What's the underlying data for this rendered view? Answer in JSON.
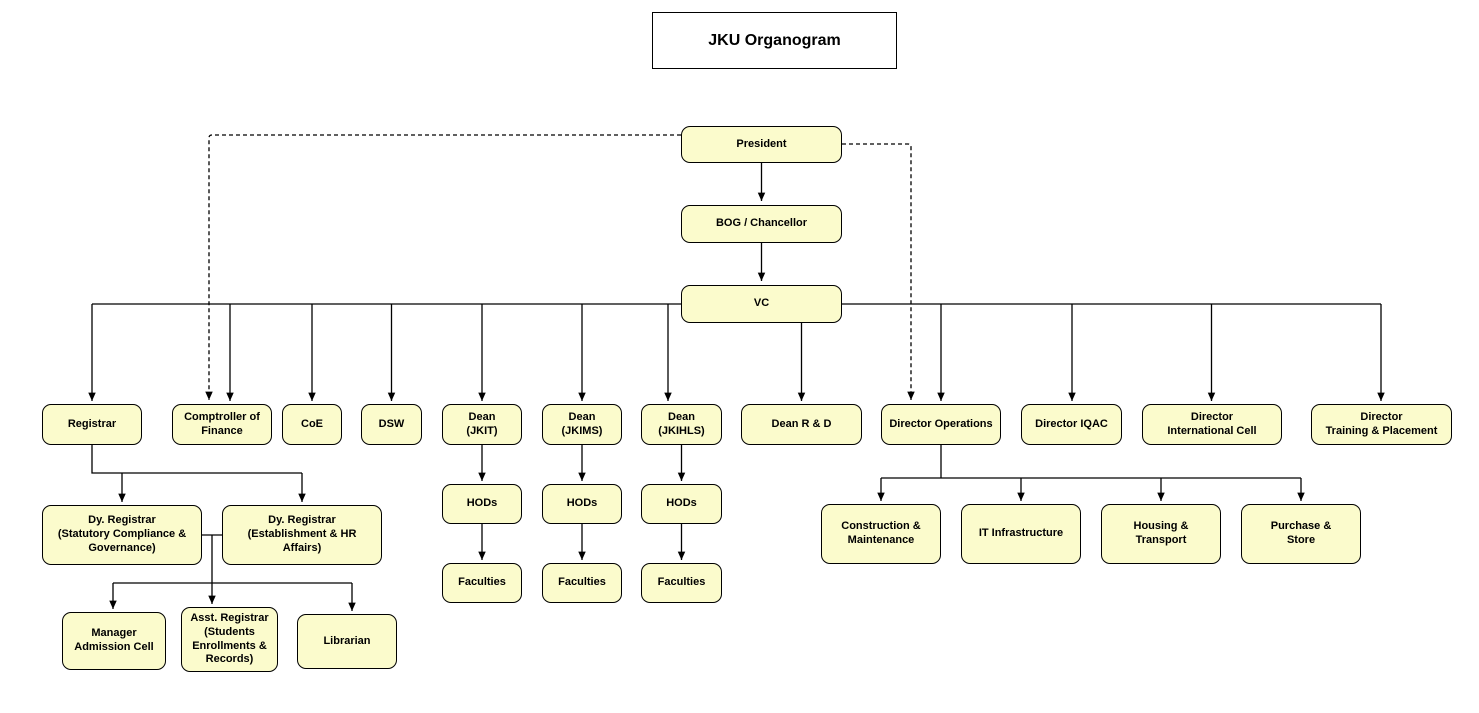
{
  "diagram": {
    "title": "JKU Organogram",
    "colors": {
      "background": "#FFFFFF",
      "node_fill": "#FBFBCC",
      "node_border": "#000000",
      "connector": "#000000",
      "title_fill": "#FFFFFF"
    },
    "nodes": {
      "president": "President",
      "bog": "BOG / Chancellor",
      "vc": "VC",
      "registrar": "Registrar",
      "comptroller": "Comptroller of\nFinance",
      "coe": "CoE",
      "dsw": "DSW",
      "dean_jkit": "Dean\n(JKIT)",
      "dean_jkims": "Dean\n(JKIMS)",
      "dean_jkihls": "Dean\n(JKIHLS)",
      "dean_rd": "Dean R & D",
      "dir_operations": "Director Operations",
      "dir_iqac": "Director IQAC",
      "dir_international": "Director\nInternational Cell",
      "dir_training": "Director\nTraining & Placement",
      "dy_registrar_statutory": "Dy. Registrar\n(Statutory Compliance &\nGovernance)",
      "dy_registrar_establishment": "Dy. Registrar\n(Establishment & HR\nAffairs)",
      "manager_admission": "Manager\nAdmission Cell",
      "asst_registrar": "Asst. Registrar\n(Students\nEnrollments &\nRecords)",
      "librarian": "Librarian",
      "hods_jkit": "HODs",
      "hods_jkims": "HODs",
      "hods_jkihls": "HODs",
      "faculties_jkit": "Faculties",
      "faculties_jkims": "Faculties",
      "faculties_jkihls": "Faculties",
      "construction": "Construction &\nMaintenance",
      "it_infrastructure": "IT Infrastructure",
      "housing": "Housing &\nTransport",
      "purchase": "Purchase &\nStore"
    },
    "edges": [
      {
        "from": "President",
        "to": "BOG / Chancellor",
        "style": "solid"
      },
      {
        "from": "BOG / Chancellor",
        "to": "VC",
        "style": "solid"
      },
      {
        "from": "VC",
        "to": "Registrar",
        "style": "solid"
      },
      {
        "from": "VC",
        "to": "Comptroller of Finance",
        "style": "solid"
      },
      {
        "from": "VC",
        "to": "CoE",
        "style": "solid"
      },
      {
        "from": "VC",
        "to": "DSW",
        "style": "solid"
      },
      {
        "from": "VC",
        "to": "Dean (JKIT)",
        "style": "solid"
      },
      {
        "from": "VC",
        "to": "Dean (JKIMS)",
        "style": "solid"
      },
      {
        "from": "VC",
        "to": "Dean (JKIHLS)",
        "style": "solid"
      },
      {
        "from": "VC",
        "to": "Dean R & D",
        "style": "solid"
      },
      {
        "from": "VC",
        "to": "Director Operations",
        "style": "solid"
      },
      {
        "from": "VC",
        "to": "Director IQAC",
        "style": "solid"
      },
      {
        "from": "VC",
        "to": "Director International Cell",
        "style": "solid"
      },
      {
        "from": "VC",
        "to": "Director Training & Placement",
        "style": "solid"
      },
      {
        "from": "President",
        "to": "Comptroller of Finance",
        "style": "dashed"
      },
      {
        "from": "President",
        "to": "Director Operations",
        "style": "dashed"
      },
      {
        "from": "Registrar",
        "to": "Dy. Registrar (Statutory Compliance & Governance)",
        "style": "solid"
      },
      {
        "from": "Registrar",
        "to": "Dy. Registrar (Establishment & HR Affairs)",
        "style": "solid"
      },
      {
        "from": "Dy. Registrars",
        "to": "Manager Admission Cell",
        "style": "solid"
      },
      {
        "from": "Dy. Registrars",
        "to": "Asst. Registrar (Students Enrollments & Records)",
        "style": "solid"
      },
      {
        "from": "Dy. Registrars",
        "to": "Librarian",
        "style": "solid"
      },
      {
        "from": "Dean (JKIT)",
        "to": "HODs",
        "style": "solid"
      },
      {
        "from": "Dean (JKIMS)",
        "to": "HODs",
        "style": "solid"
      },
      {
        "from": "Dean (JKIHLS)",
        "to": "HODs",
        "style": "solid"
      },
      {
        "from": "HODs (JKIT)",
        "to": "Faculties",
        "style": "solid"
      },
      {
        "from": "HODs (JKIMS)",
        "to": "Faculties",
        "style": "solid"
      },
      {
        "from": "HODs (JKIHLS)",
        "to": "Faculties",
        "style": "solid"
      },
      {
        "from": "Director Operations",
        "to": "Construction & Maintenance",
        "style": "solid"
      },
      {
        "from": "Director Operations",
        "to": "IT Infrastructure",
        "style": "solid"
      },
      {
        "from": "Director Operations",
        "to": "Housing & Transport",
        "style": "solid"
      },
      {
        "from": "Director Operations",
        "to": "Purchase & Store",
        "style": "solid"
      }
    ]
  }
}
